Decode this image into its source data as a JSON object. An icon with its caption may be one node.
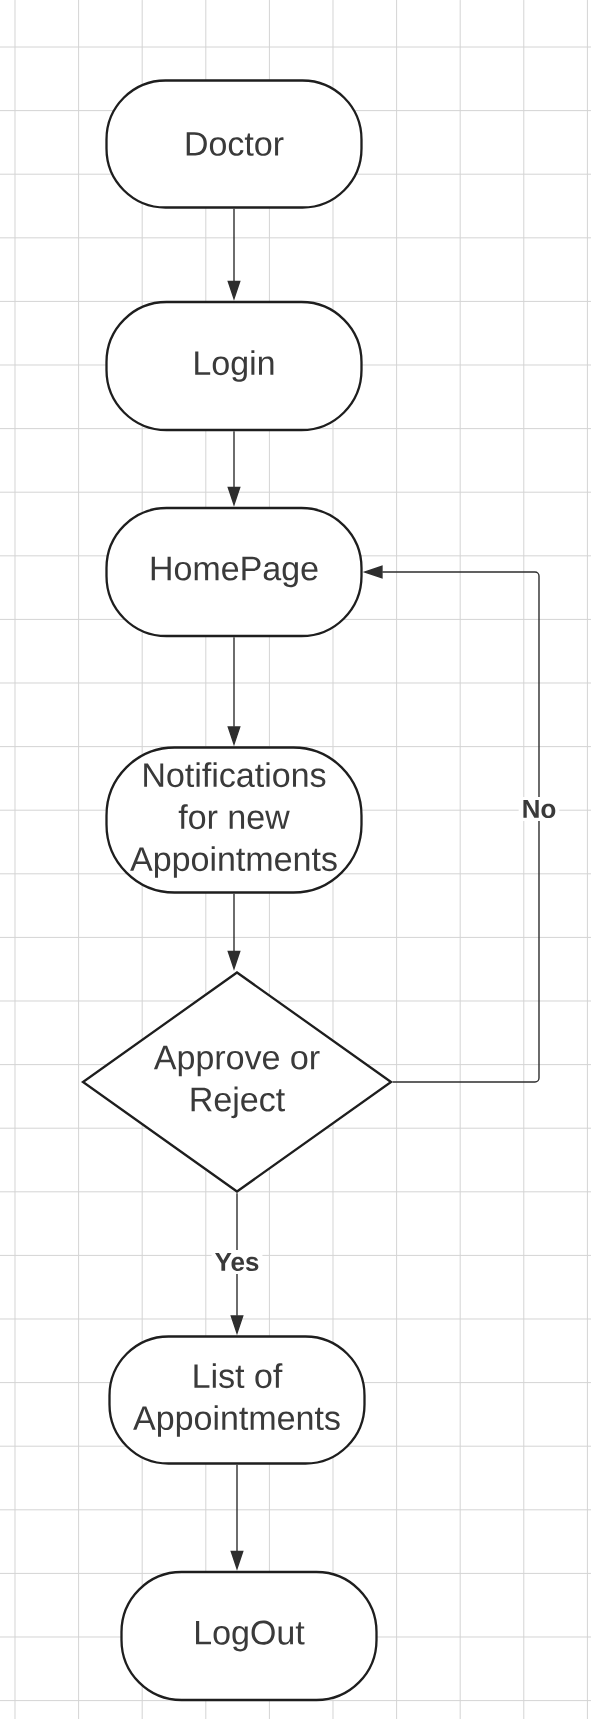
{
  "diagram": {
    "nodes": [
      {
        "text": [
          "Doctor"
        ]
      },
      {
        "text": [
          "Login"
        ]
      },
      {
        "text": [
          "HomePage"
        ]
      },
      {
        "text": [
          "Notifications for new Appointments"
        ]
      },
      {
        "text": [
          "Approve or Reject"
        ]
      },
      {
        "text": [
          "List of Appointments"
        ]
      },
      {
        "text": [
          "LogOut"
        ]
      }
    ],
    "edges": [
      {
        "from": 0,
        "to": 1,
        "arrow": "to"
      },
      {
        "from": 1,
        "to": 2,
        "arrow": "to"
      },
      {
        "from": 2,
        "to": 3,
        "arrow": "to"
      },
      {
        "from": 3,
        "to": 4,
        "arrow": "to"
      },
      {
        "from": 4,
        "to": 2,
        "arrow": "to",
        "label": "No"
      },
      {
        "from": 4,
        "to": 5,
        "arrow": "to",
        "label": "Yes"
      },
      {
        "from": 5,
        "to": 6,
        "arrow": "to"
      }
    ]
  }
}
